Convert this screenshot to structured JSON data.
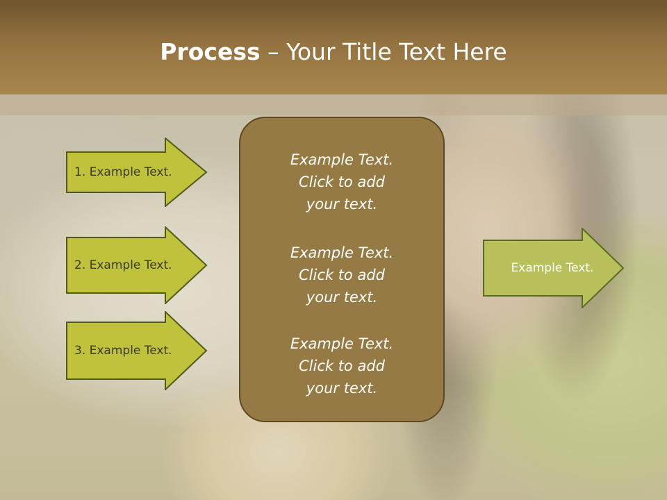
{
  "title": {
    "bold": "Process",
    "rest": " – Your Title Text Here"
  },
  "left_arrows": [
    {
      "label": "1. Example Text."
    },
    {
      "label": "2. Example Text."
    },
    {
      "label": "3. Example Text."
    }
  ],
  "center_box": {
    "blocks": [
      {
        "line1": "Example Text.",
        "line2": "Click  to add",
        "line3": "your text."
      },
      {
        "line1": "Example Text.",
        "line2": "Click  to add",
        "line3": "your text."
      },
      {
        "line1": "Example Text.",
        "line2": "Click  to add",
        "line3": "your text."
      }
    ]
  },
  "right_arrow": {
    "label": "Example Text."
  },
  "colors": {
    "header": "#93723f",
    "left_arrow_fill": "#bfc23a",
    "right_arrow_fill": "#b8c05a",
    "center_box_fill": "#957a43"
  }
}
